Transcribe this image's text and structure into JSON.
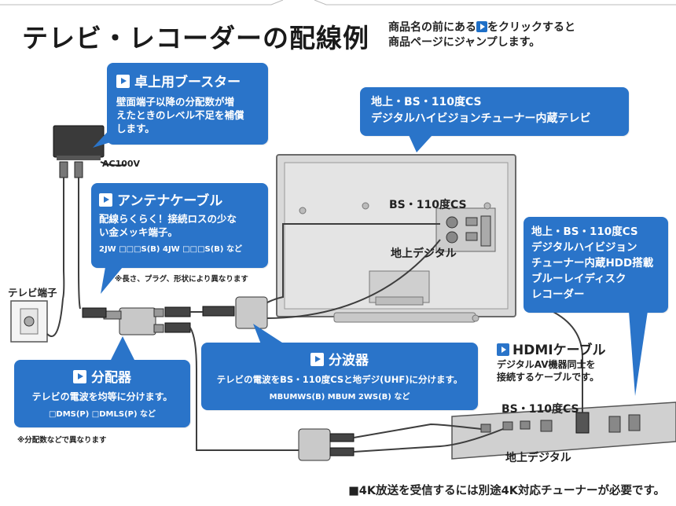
{
  "title": "テレビ・レコーダーの配線例",
  "hint": {
    "before": "商品名の前にある",
    "after": "をクリックすると",
    "line2": "商品ページにジャンプします。"
  },
  "booster": {
    "title": "卓上用ブースター",
    "desc": [
      "壁面端子以降の分配数が増",
      "えたときのレベル不足を補償",
      "します。"
    ]
  },
  "power_label": "AC100V",
  "antenna_cable": {
    "title": "アンテナケーブル",
    "desc": [
      "配線らくらく！接続ロスの少な",
      "い金メッキ端子。"
    ],
    "models": "2JW □□□S(B)  4JW □□□S(B) など"
  },
  "antenna_note": "※長さ、プラグ、形状により異なります",
  "wall_outlet_label": "テレビ端子",
  "distributor": {
    "title": "分配器",
    "desc": "テレビの電波を均等に分けます。",
    "models": "□DMS(P)  □DMLS(P) など"
  },
  "distributor_note": "※分配数などで異なります",
  "tv": {
    "desc": [
      "地上・BS・110度CS",
      "デジタルハイビジョンチューナー内蔵テレビ"
    ]
  },
  "tv_bs_label": "BS・110度CS",
  "tv_terrestrial_label": "地上デジタル",
  "recorder": {
    "desc": [
      "地上・BS・110度CS",
      "デジタルハイビジョン",
      "チューナー内蔵HDD搭載",
      "ブルーレイディスク",
      "レコーダー"
    ]
  },
  "hdmi": {
    "title": "HDMIケーブル",
    "desc": [
      "デジタルAV機器同士を",
      "接続するケーブルです。"
    ]
  },
  "separator": {
    "title": "分波器",
    "desc": "テレビの電波をBS・110度CSと地デジ(UHF)に分けます。",
    "models": "MBUMWS(B)  MBUM 2WS(B) など"
  },
  "rec_bs_label": "BS・110度CS",
  "rec_terrestrial_label": "地上デジタル",
  "footer": "■4K放送を受信するには別途4K対応チューナーが必要です。",
  "colors": {
    "bubble": "#2a74c9",
    "text": "#222222"
  }
}
